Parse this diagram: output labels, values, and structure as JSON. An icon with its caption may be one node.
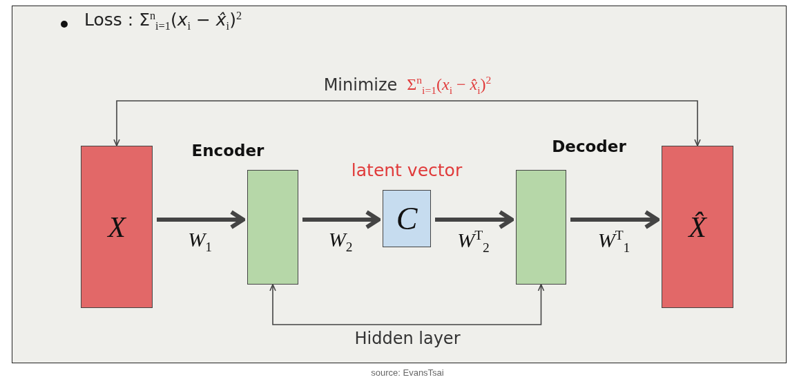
{
  "diagram": {
    "caption": "source: EvansTsai",
    "nodes": [
      {
        "text": [
          "X"
        ]
      },
      {
        "text": [],
        "shape": "box",
        "beside": [
          "Encoder"
        ]
      },
      {
        "text": [
          "C"
        ],
        "beside": [
          "latent vector"
        ]
      },
      {
        "text": [],
        "shape": "box",
        "beside": [
          "Decoder"
        ]
      },
      {
        "text": [
          "X̂"
        ]
      },
      {
        "text": [
          "Minimize",
          "Σ$^{n}$$_{i=1}$(*x*$_{i}$ − *x̂*$_{i}$)$^{2}$"
        ]
      },
      {
        "text": [
          "Hidden layer"
        ]
      }
    ],
    "edges": [
      {
        "from": 5,
        "to": 0,
        "arrow": "to"
      },
      {
        "from": 5,
        "to": 4,
        "arrow": "to"
      },
      {
        "from": 0,
        "to": 1,
        "arrow": "to",
        "label": "*W*$_{1}$",
        "style": "thick"
      },
      {
        "from": 1,
        "to": 2,
        "arrow": "to",
        "label": "*W*$_{2}$",
        "style": "thick"
      },
      {
        "from": 2,
        "to": 3,
        "arrow": "to",
        "label": "*W*$^{T}$$_{2}$",
        "style": "thick"
      },
      {
        "from": 3,
        "to": 4,
        "arrow": "to",
        "label": "*W*$^{T}$$_{1}$",
        "style": "thick"
      },
      {
        "from": 6,
        "to": 1,
        "arrow": "to"
      },
      {
        "from": 6,
        "to": 3,
        "arrow": "to"
      }
    ],
    "labels": [
      "Loss : Σ$^{n}$$_{i=1}$(*x*$_{i}$ − *x̂*$_{i}$)$^{2}$"
    ]
  }
}
